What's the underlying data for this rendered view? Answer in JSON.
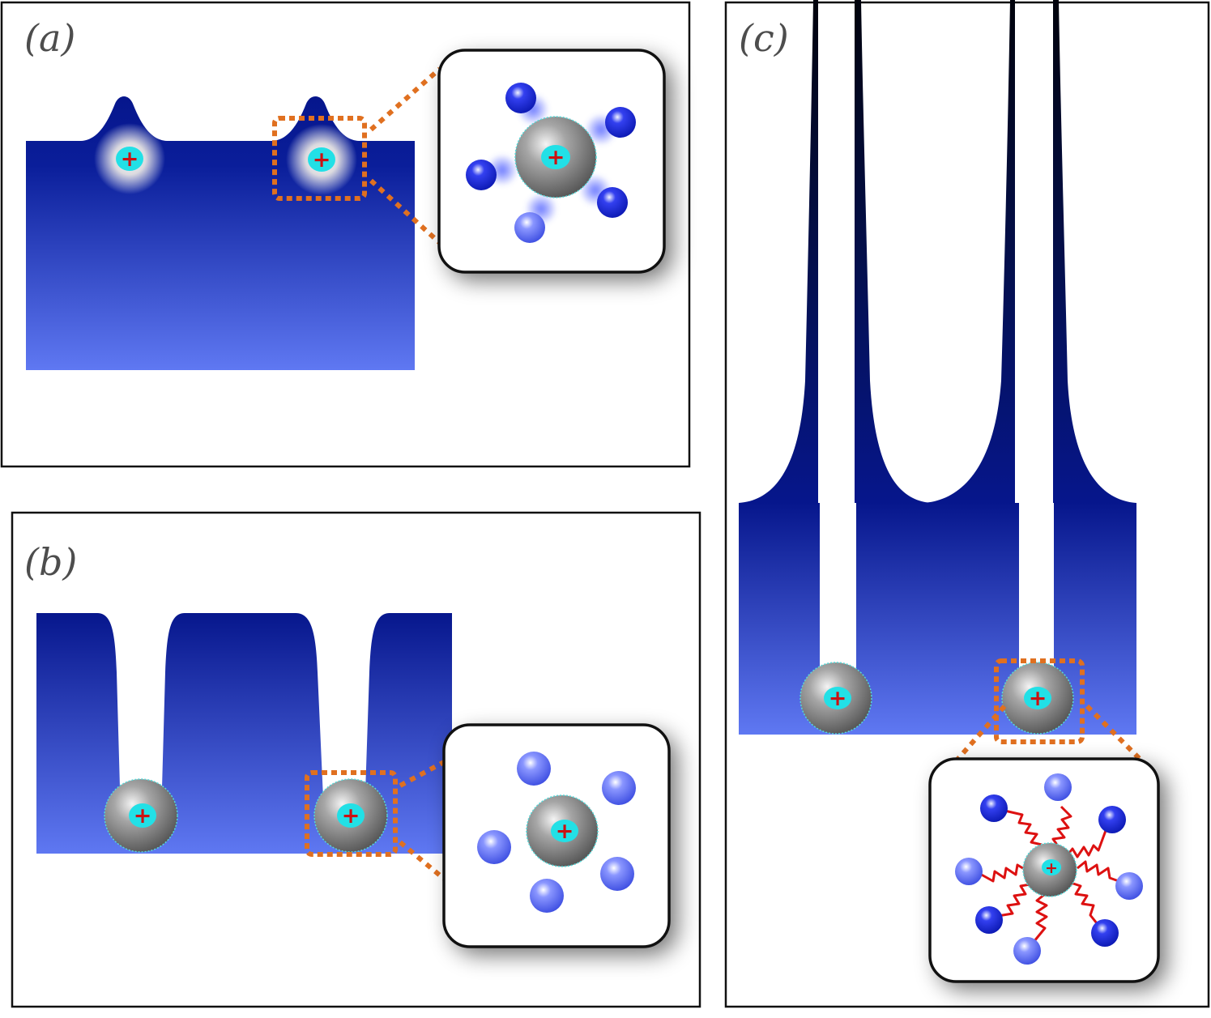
{
  "panels": [
    {
      "label": "(a)"
    },
    {
      "label": "(b)"
    },
    {
      "label": "(c)"
    }
  ],
  "charge_symbol": "+",
  "colors": {
    "liquid_top": "#06168c",
    "liquid_bottom": "#5b73f0",
    "spike_tip": "#020618",
    "frame": "#111111",
    "zoom_outline": "#e07020",
    "ion_core": "#22e0e6",
    "charge": "#cc1111",
    "atom_blue": "#2233dd",
    "spring": "#dd1111",
    "bubble_gray": "#8a8a8a"
  }
}
